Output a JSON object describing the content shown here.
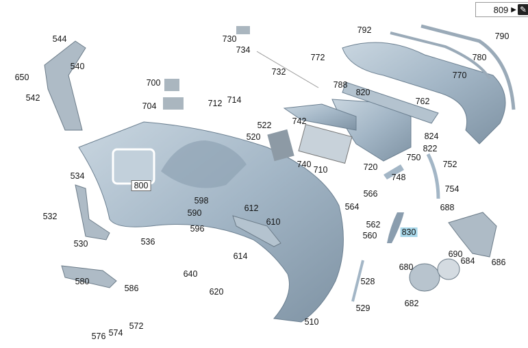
{
  "header": {
    "ref_label": "809",
    "arrow_icon": "arrow-right",
    "edit_icon": "edit-icon"
  },
  "highlight_color": "#a9d8ea",
  "part_fill": "#a9bccb",
  "callouts": [
    {
      "id": "544"
    },
    {
      "id": "540"
    },
    {
      "id": "650"
    },
    {
      "id": "542"
    },
    {
      "id": "730"
    },
    {
      "id": "734"
    },
    {
      "id": "732"
    },
    {
      "id": "792"
    },
    {
      "id": "790"
    },
    {
      "id": "772"
    },
    {
      "id": "780"
    },
    {
      "id": "770"
    },
    {
      "id": "788"
    },
    {
      "id": "820"
    },
    {
      "id": "762"
    },
    {
      "id": "700"
    },
    {
      "id": "704"
    },
    {
      "id": "712"
    },
    {
      "id": "714"
    },
    {
      "id": "742"
    },
    {
      "id": "522"
    },
    {
      "id": "520"
    },
    {
      "id": "824"
    },
    {
      "id": "822"
    },
    {
      "id": "750"
    },
    {
      "id": "752"
    },
    {
      "id": "740"
    },
    {
      "id": "710"
    },
    {
      "id": "720"
    },
    {
      "id": "748"
    },
    {
      "id": "534"
    },
    {
      "id": "800"
    },
    {
      "id": "754"
    },
    {
      "id": "566"
    },
    {
      "id": "598"
    },
    {
      "id": "564"
    },
    {
      "id": "688"
    },
    {
      "id": "590"
    },
    {
      "id": "612"
    },
    {
      "id": "532"
    },
    {
      "id": "610"
    },
    {
      "id": "562"
    },
    {
      "id": "596"
    },
    {
      "id": "830",
      "highlighted": true
    },
    {
      "id": "560"
    },
    {
      "id": "530"
    },
    {
      "id": "536"
    },
    {
      "id": "690"
    },
    {
      "id": "684"
    },
    {
      "id": "686"
    },
    {
      "id": "614"
    },
    {
      "id": "680"
    },
    {
      "id": "640"
    },
    {
      "id": "580"
    },
    {
      "id": "586"
    },
    {
      "id": "528"
    },
    {
      "id": "620"
    },
    {
      "id": "682"
    },
    {
      "id": "529"
    },
    {
      "id": "510"
    },
    {
      "id": "572"
    },
    {
      "id": "576"
    },
    {
      "id": "574"
    }
  ]
}
